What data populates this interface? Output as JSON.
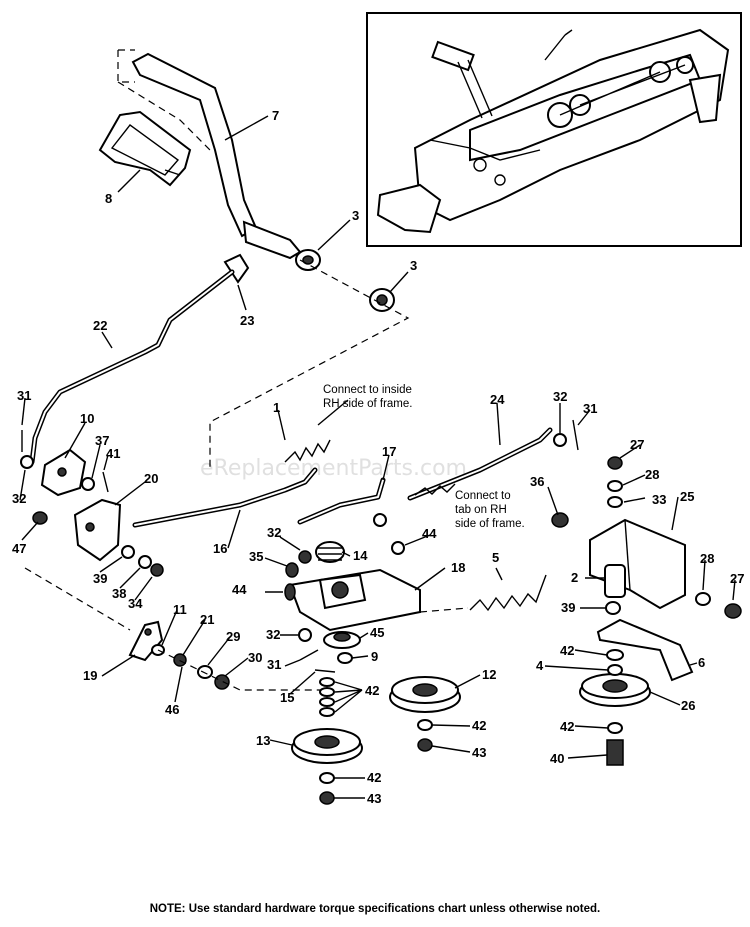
{
  "watermark": "eReplacementParts.com",
  "notes": {
    "inside_line1": "Connect to inside",
    "inside_line2": "RH side of frame.",
    "tab_line1": "Connect to",
    "tab_line2": "tab on RH",
    "tab_line3": "side of frame."
  },
  "footer": "NOTE: Use standard hardware torque specifications chart unless otherwise noted.",
  "callouts": {
    "c7": "7",
    "c8": "8",
    "c3a": "3",
    "c3b": "3",
    "c22": "22",
    "c23": "23",
    "c31a": "31",
    "c10": "10",
    "c37": "37",
    "c41": "41",
    "c20": "20",
    "c32a": "32",
    "c47": "47",
    "c39a": "39",
    "c38": "38",
    "c34": "34",
    "c1": "1",
    "c24": "24",
    "c32b": "32",
    "c31b": "31",
    "c17": "17",
    "c16": "16",
    "c32c": "32",
    "c14": "14",
    "c44a": "44",
    "c35": "35",
    "c44b": "44",
    "c18": "18",
    "c5": "5",
    "c27a": "27",
    "c28a": "28",
    "c36": "36",
    "c33": "33",
    "c25": "25",
    "c2": "2",
    "c28b": "28",
    "c27b": "27",
    "c39b": "39",
    "c11": "11",
    "c21": "21",
    "c19": "19",
    "c29": "29",
    "c46": "46",
    "c30": "30",
    "c32d": "32",
    "c45": "45",
    "c31c": "31",
    "c9": "9",
    "c15": "15",
    "c42a": "42",
    "c12": "12",
    "c42b": "42",
    "c43a": "43",
    "c13": "13",
    "c42c": "42",
    "c43b": "43",
    "c42d": "42",
    "c6": "6",
    "c4": "4",
    "c26": "26",
    "c42e": "42",
    "c40": "40"
  }
}
